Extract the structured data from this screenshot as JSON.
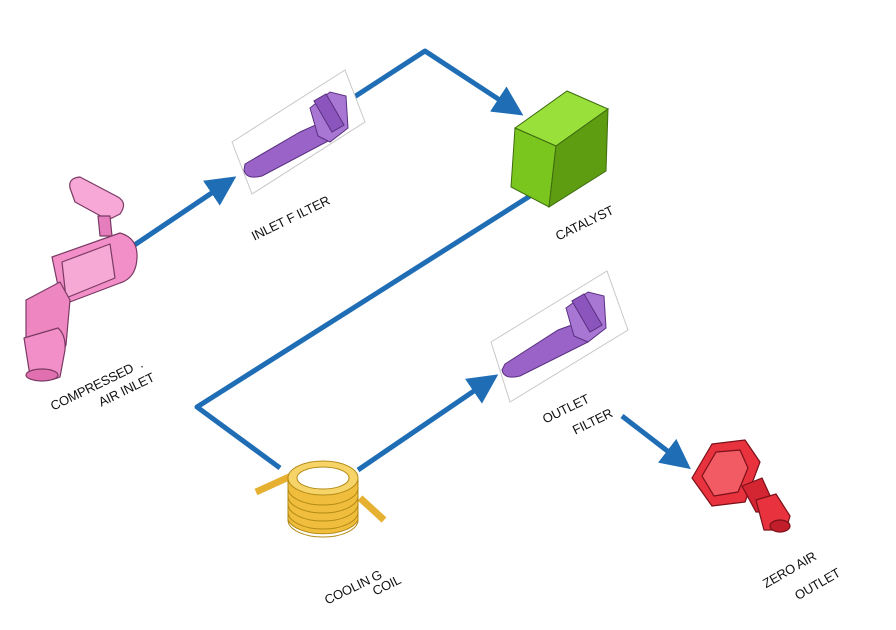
{
  "diagram": {
    "components": [
      {
        "id": "compressed-air-inlet",
        "line1": "COMPRESSED  .",
        "line2": "AIR INLET",
        "color": "#f28fc8"
      },
      {
        "id": "inlet-filter",
        "line1": "INLET F ILTER",
        "color": "#9a63c8"
      },
      {
        "id": "catalyst",
        "line1": "CATALYST",
        "color": "#7ac51e"
      },
      {
        "id": "cooling-coil",
        "line1": "COOLIN G",
        "line2": "COIL",
        "color": "#f0be3c"
      },
      {
        "id": "outlet-filter",
        "line1": "OUTLET",
        "line2": "FILTER",
        "color": "#9a63c8"
      },
      {
        "id": "zero-air-outlet",
        "line1": "ZERO AIR",
        "line2": "OUTLET",
        "color": "#e8333f"
      }
    ],
    "flow_color": "#1f6db5"
  }
}
